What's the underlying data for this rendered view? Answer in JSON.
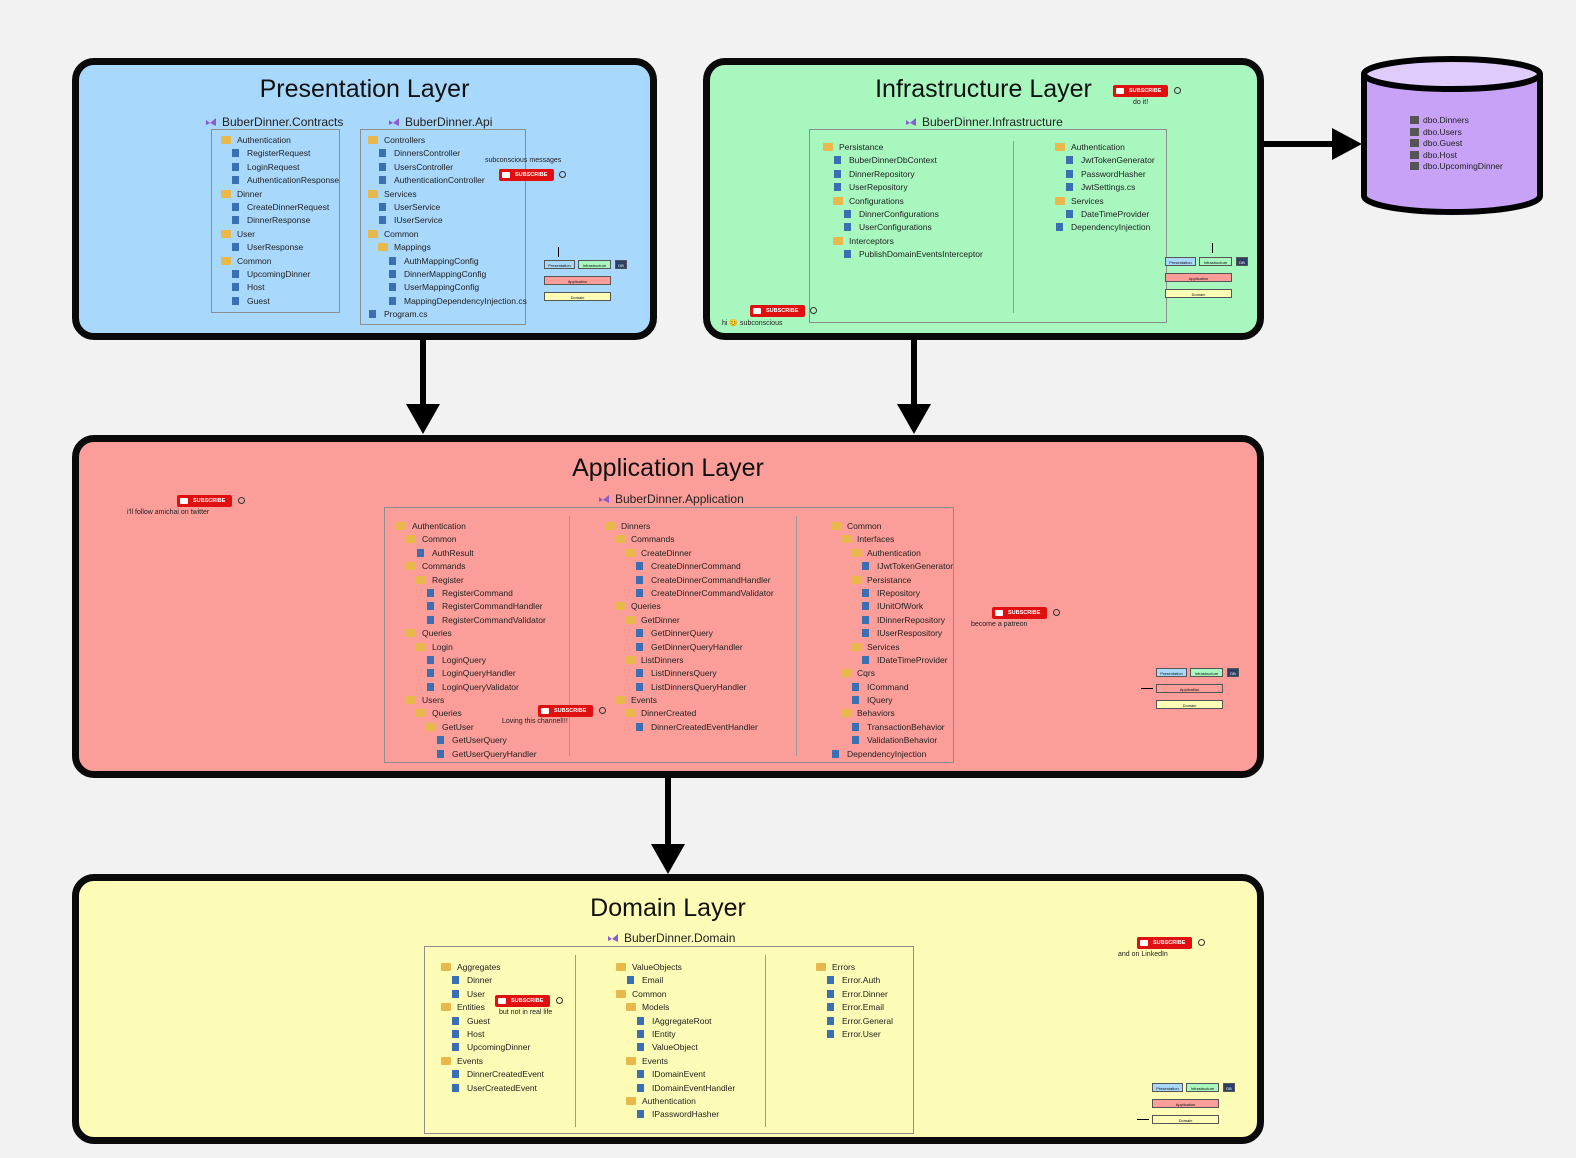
{
  "colors": {
    "presentation": "#a8d8fc",
    "infrastructure": "#a7f7bf",
    "application": "#fb9e99",
    "domain": "#fcfcb6",
    "database": "#c8a2f7",
    "subscribe": "#e01010"
  },
  "layers": {
    "presentation": {
      "title": "Presentation Layer"
    },
    "infrastructure": {
      "title": "Infrastructure Layer"
    },
    "application": {
      "title": "Application Layer"
    },
    "domain": {
      "title": "Domain Layer"
    }
  },
  "projects": {
    "contracts": "BuberDinner.Contracts",
    "api": "BuberDinner.Api",
    "infrastructure": "BuberDinner.Infrastructure",
    "application": "BuberDinner.Application",
    "domain": "BuberDinner.Domain"
  },
  "trees": {
    "contracts": [
      {
        "t": "folder",
        "d": 0,
        "label": "Authentication"
      },
      {
        "t": "file",
        "d": 1,
        "label": "RegisterRequest"
      },
      {
        "t": "file",
        "d": 1,
        "label": "LoginRequest"
      },
      {
        "t": "file",
        "d": 1,
        "label": "AuthenticationResponse"
      },
      {
        "t": "folder",
        "d": 0,
        "label": "Dinner"
      },
      {
        "t": "file",
        "d": 1,
        "label": "CreateDinnerRequest"
      },
      {
        "t": "file",
        "d": 1,
        "label": "DinnerResponse"
      },
      {
        "t": "folder",
        "d": 0,
        "label": "User"
      },
      {
        "t": "file",
        "d": 1,
        "label": "UserResponse"
      },
      {
        "t": "folder",
        "d": 0,
        "label": "Common"
      },
      {
        "t": "file",
        "d": 1,
        "label": "UpcomingDinner"
      },
      {
        "t": "file",
        "d": 1,
        "label": "Host"
      },
      {
        "t": "file",
        "d": 1,
        "label": "Guest"
      }
    ],
    "api": [
      {
        "t": "folder",
        "d": 0,
        "label": "Controllers"
      },
      {
        "t": "file",
        "d": 1,
        "label": "DinnersController"
      },
      {
        "t": "file",
        "d": 1,
        "label": "UsersController"
      },
      {
        "t": "file",
        "d": 1,
        "label": "AuthenticationController"
      },
      {
        "t": "folder",
        "d": 0,
        "label": "Services"
      },
      {
        "t": "file",
        "d": 1,
        "label": "UserService"
      },
      {
        "t": "file",
        "d": 1,
        "label": "IUserService"
      },
      {
        "t": "folder",
        "d": 0,
        "label": "Common"
      },
      {
        "t": "folder",
        "d": 1,
        "label": "Mappings"
      },
      {
        "t": "file",
        "d": 2,
        "label": "AuthMappingConfig"
      },
      {
        "t": "file",
        "d": 2,
        "label": "DinnerMappingConfig"
      },
      {
        "t": "file",
        "d": 2,
        "label": "UserMappingConfig"
      },
      {
        "t": "file",
        "d": 2,
        "label": "MappingDependencyInjection.cs"
      },
      {
        "t": "file",
        "d": 0,
        "label": "Program.cs"
      }
    ],
    "infra_left": [
      {
        "t": "folder",
        "d": 0,
        "label": "Persistance"
      },
      {
        "t": "file",
        "d": 1,
        "label": "BuberDinnerDbContext"
      },
      {
        "t": "file",
        "d": 1,
        "label": "DinnerRepository"
      },
      {
        "t": "file",
        "d": 1,
        "label": "UserRepository"
      },
      {
        "t": "folder",
        "d": 1,
        "label": "Configurations"
      },
      {
        "t": "file",
        "d": 2,
        "label": "DinnerConfigurations"
      },
      {
        "t": "file",
        "d": 2,
        "label": "UserConfigurations"
      },
      {
        "t": "folder",
        "d": 1,
        "label": "Interceptors"
      },
      {
        "t": "file",
        "d": 2,
        "label": "PublishDomainEventsInterceptor"
      }
    ],
    "infra_right": [
      {
        "t": "folder",
        "d": 0,
        "label": "Authentication"
      },
      {
        "t": "file",
        "d": 1,
        "label": "JwtTokenGenerator"
      },
      {
        "t": "file",
        "d": 1,
        "label": "PasswordHasher"
      },
      {
        "t": "file",
        "d": 1,
        "label": "JwtSettings.cs"
      },
      {
        "t": "folder",
        "d": 0,
        "label": "Services"
      },
      {
        "t": "file",
        "d": 1,
        "label": "DateTimeProvider"
      },
      {
        "t": "file",
        "d": 0,
        "label": "DependencyInjection"
      }
    ],
    "app_col1": [
      {
        "t": "folder",
        "d": 0,
        "label": "Authentication"
      },
      {
        "t": "folder",
        "d": 1,
        "label": "Common"
      },
      {
        "t": "file",
        "d": 2,
        "label": "AuthResult"
      },
      {
        "t": "folder",
        "d": 1,
        "label": "Commands"
      },
      {
        "t": "folder",
        "d": 2,
        "label": "Register"
      },
      {
        "t": "file",
        "d": 3,
        "label": "RegisterCommand"
      },
      {
        "t": "file",
        "d": 3,
        "label": "RegisterCommandHandler"
      },
      {
        "t": "file",
        "d": 3,
        "label": "RegisterCommandValidator"
      },
      {
        "t": "folder",
        "d": 1,
        "label": "Queries"
      },
      {
        "t": "folder",
        "d": 2,
        "label": "Login"
      },
      {
        "t": "file",
        "d": 3,
        "label": "LoginQuery"
      },
      {
        "t": "file",
        "d": 3,
        "label": "LoginQueryHandler"
      },
      {
        "t": "file",
        "d": 3,
        "label": "LoginQueryValidator"
      },
      {
        "t": "folder",
        "d": 1,
        "label": "Users"
      },
      {
        "t": "folder",
        "d": 2,
        "label": "Queries"
      },
      {
        "t": "folder",
        "d": 3,
        "label": "GetUser"
      },
      {
        "t": "file",
        "d": 4,
        "label": "GetUserQuery"
      },
      {
        "t": "file",
        "d": 4,
        "label": "GetUserQueryHandler"
      }
    ],
    "app_col2": [
      {
        "t": "folder",
        "d": 0,
        "label": "Dinners"
      },
      {
        "t": "folder",
        "d": 1,
        "label": "Commands"
      },
      {
        "t": "folder",
        "d": 2,
        "label": "CreateDinner"
      },
      {
        "t": "file",
        "d": 3,
        "label": "CreateDinnerCommand"
      },
      {
        "t": "file",
        "d": 3,
        "label": "CreateDinnerCommandHandler"
      },
      {
        "t": "file",
        "d": 3,
        "label": "CreateDinnerCommandValidator"
      },
      {
        "t": "folder",
        "d": 1,
        "label": "Queries"
      },
      {
        "t": "folder",
        "d": 2,
        "label": "GetDinner"
      },
      {
        "t": "file",
        "d": 3,
        "label": "GetDinnerQuery"
      },
      {
        "t": "file",
        "d": 3,
        "label": "GetDinnerQueryHandler"
      },
      {
        "t": "folder",
        "d": 2,
        "label": "ListDinners"
      },
      {
        "t": "file",
        "d": 3,
        "label": "ListDinnersQuery"
      },
      {
        "t": "file",
        "d": 3,
        "label": "ListDinnersQueryHandler"
      },
      {
        "t": "folder",
        "d": 1,
        "label": "Events"
      },
      {
        "t": "folder",
        "d": 2,
        "label": "DinnerCreated"
      },
      {
        "t": "file",
        "d": 3,
        "label": "DinnerCreatedEventHandler"
      }
    ],
    "app_col3": [
      {
        "t": "folder",
        "d": 0,
        "label": "Common"
      },
      {
        "t": "folder",
        "d": 1,
        "label": "Interfaces"
      },
      {
        "t": "folder",
        "d": 2,
        "label": "Authentication"
      },
      {
        "t": "file",
        "d": 3,
        "label": "IJwtTokenGenerator"
      },
      {
        "t": "folder",
        "d": 2,
        "label": "Persistance"
      },
      {
        "t": "file",
        "d": 3,
        "label": "IRepository"
      },
      {
        "t": "file",
        "d": 3,
        "label": "IUnitOfWork"
      },
      {
        "t": "file",
        "d": 3,
        "label": "IDinnerRepository"
      },
      {
        "t": "file",
        "d": 3,
        "label": "IUserRespository"
      },
      {
        "t": "folder",
        "d": 2,
        "label": "Services"
      },
      {
        "t": "file",
        "d": 3,
        "label": "IDateTimeProvider"
      },
      {
        "t": "folder",
        "d": 1,
        "label": "Cqrs"
      },
      {
        "t": "file",
        "d": 2,
        "label": "ICommand"
      },
      {
        "t": "file",
        "d": 2,
        "label": "IQuery"
      },
      {
        "t": "folder",
        "d": 1,
        "label": "Behaviors"
      },
      {
        "t": "file",
        "d": 2,
        "label": "TransactionBehavior"
      },
      {
        "t": "file",
        "d": 2,
        "label": "ValidationBehavior"
      },
      {
        "t": "file",
        "d": 0,
        "label": "DependencyInjection"
      }
    ],
    "dom_col1": [
      {
        "t": "folder",
        "d": 0,
        "label": "Aggregates"
      },
      {
        "t": "file",
        "d": 1,
        "label": "Dinner"
      },
      {
        "t": "file",
        "d": 1,
        "label": "User"
      },
      {
        "t": "folder",
        "d": 0,
        "label": "Entities"
      },
      {
        "t": "file",
        "d": 1,
        "label": "Guest"
      },
      {
        "t": "file",
        "d": 1,
        "label": "Host"
      },
      {
        "t": "file",
        "d": 1,
        "label": "UpcomingDinner"
      },
      {
        "t": "folder",
        "d": 0,
        "label": "Events"
      },
      {
        "t": "file",
        "d": 1,
        "label": "DinnerCreatedEvent"
      },
      {
        "t": "file",
        "d": 1,
        "label": "UserCreatedEvent"
      }
    ],
    "dom_col2": [
      {
        "t": "folder",
        "d": 0,
        "label": "ValueObjects"
      },
      {
        "t": "file",
        "d": 1,
        "label": "Email"
      },
      {
        "t": "folder",
        "d": 0,
        "label": "Common"
      },
      {
        "t": "folder",
        "d": 1,
        "label": "Models"
      },
      {
        "t": "file",
        "d": 2,
        "label": "IAggregateRoot"
      },
      {
        "t": "file",
        "d": 2,
        "label": "IEntity"
      },
      {
        "t": "file",
        "d": 2,
        "label": "ValueObject"
      },
      {
        "t": "folder",
        "d": 1,
        "label": "Events"
      },
      {
        "t": "file",
        "d": 2,
        "label": "IDomainEvent"
      },
      {
        "t": "file",
        "d": 2,
        "label": "IDomainEventHandler"
      },
      {
        "t": "folder",
        "d": 1,
        "label": "Authentication"
      },
      {
        "t": "file",
        "d": 2,
        "label": "IPasswordHasher"
      }
    ],
    "dom_col3": [
      {
        "t": "folder",
        "d": 0,
        "label": "Errors"
      },
      {
        "t": "file",
        "d": 1,
        "label": "Error.Auth"
      },
      {
        "t": "file",
        "d": 1,
        "label": "Error.Dinner"
      },
      {
        "t": "file",
        "d": 1,
        "label": "Error.Email"
      },
      {
        "t": "file",
        "d": 1,
        "label": "Error.General"
      },
      {
        "t": "file",
        "d": 1,
        "label": "Error.User"
      }
    ]
  },
  "database": {
    "tables": [
      "dbo.Dinners",
      "dbo.Users",
      "dbo.Guest",
      "dbo.Host",
      "dbo.UpcomingDinner"
    ]
  },
  "overlays": {
    "subscribe_label": "SUBSCRIBE",
    "notes": {
      "presentation": "subconscious messages",
      "infra_top": "do it!",
      "infra_bottom": "hi 😊 subconscious",
      "app_left": "i'll follow amichai on twitter",
      "app_right": "become a patreon",
      "app_middle": "Loving this channel!!!",
      "domain_middle": "but not in real life",
      "domain_right": "and on LinkedIn"
    }
  },
  "mini_diagram": {
    "presentation": "Presentation",
    "infrastructure": "Infrastructure",
    "db": "DB",
    "application": "Application",
    "domain": "Domain"
  }
}
